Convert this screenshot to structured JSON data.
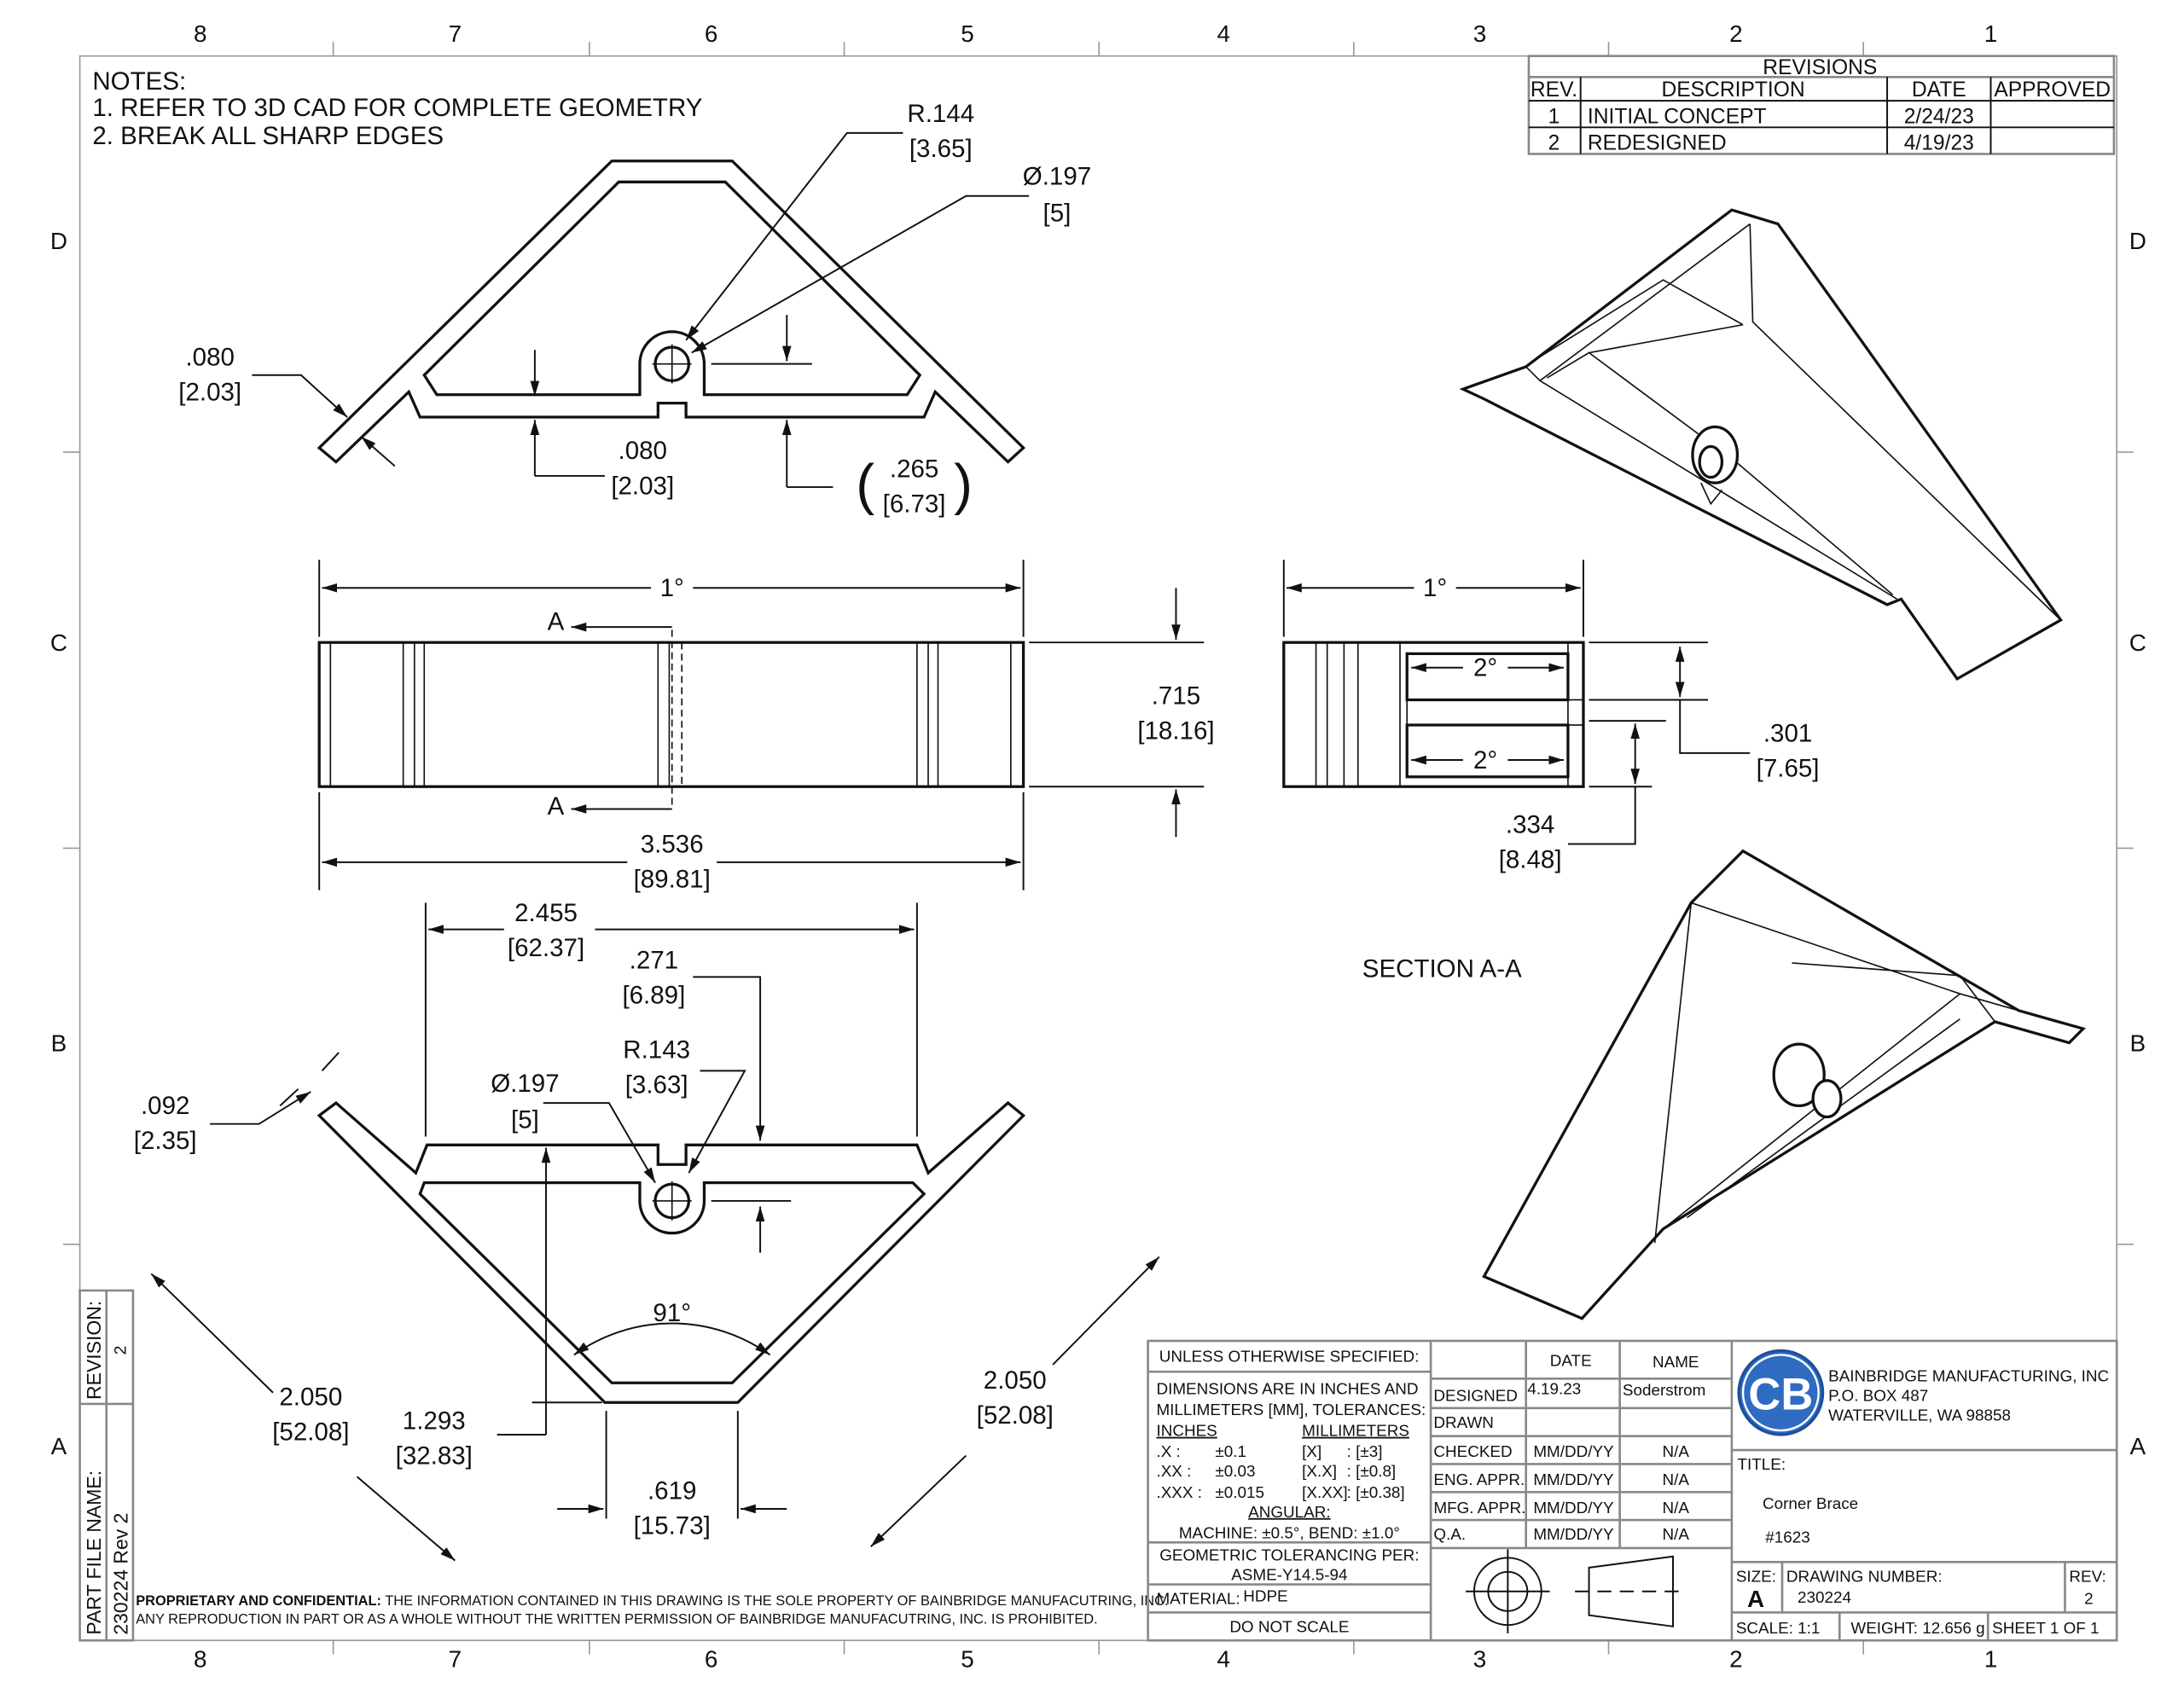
{
  "zones": {
    "columns": [
      "8",
      "7",
      "6",
      "5",
      "4",
      "3",
      "2",
      "1"
    ],
    "rows": [
      "D",
      "C",
      "B",
      "A"
    ]
  },
  "notes": {
    "title": "NOTES:",
    "items": [
      "1.  REFER TO 3D CAD FOR COMPLETE GEOMETRY",
      "2.  BREAK ALL SHARP EDGES"
    ]
  },
  "revisions": {
    "title": "REVISIONS",
    "headers": [
      "REV.",
      "DESCRIPTION",
      "DATE",
      "APPROVED"
    ],
    "rows": [
      {
        "rev": "1",
        "description": "INITIAL CONCEPT",
        "date": "2/24/23",
        "approved": ""
      },
      {
        "rev": "2",
        "description": "REDESIGNED",
        "date": "4/19/23",
        "approved": ""
      }
    ]
  },
  "top_view": {
    "radius": [
      "R.144",
      "[3.65]"
    ],
    "hole": [
      "Ø.197",
      "[5]"
    ],
    "flange": [
      ".080",
      "[2.03]"
    ],
    "wall": [
      ".080",
      "[2.03]"
    ],
    "ref": [
      ".265",
      "[6.73]"
    ]
  },
  "front_view": {
    "draft": "1°",
    "section_mark": "A",
    "height": [
      ".715",
      "[18.16]"
    ],
    "length": [
      "3.536",
      "[89.81]"
    ]
  },
  "section_view": {
    "draft": "1°",
    "slot_draft": "2°",
    "dim_a": [
      ".301",
      "[7.65]"
    ],
    "dim_b": [
      ".334",
      "[8.48]"
    ],
    "label": "SECTION A-A"
  },
  "bottom_view": {
    "width": [
      "2.455",
      "[62.37]"
    ],
    "offset": [
      ".271",
      "[6.89]"
    ],
    "radius": [
      "R.143",
      "[3.63]"
    ],
    "hole": [
      "Ø.197",
      "[5]"
    ],
    "flange": [
      ".092",
      "[2.35]"
    ],
    "angle": "91°",
    "leg_left": [
      "2.050",
      "[52.08]"
    ],
    "depth": [
      "1.293",
      "[32.83]"
    ],
    "bottom": [
      ".619",
      "[15.73]"
    ],
    "leg_right": [
      "2.050",
      "[52.08]"
    ]
  },
  "side_block": {
    "revision_label": "REVISION:",
    "revision_value": "2",
    "file_label": "PART FILE NAME:",
    "file_value": "230224 Rev 2"
  },
  "proprietary": {
    "bold": "PROPRIETARY AND CONFIDENTIAL:",
    "line1": " THE INFORMATION CONTAINED IN THIS DRAWING IS THE SOLE PROPERTY OF BAINBRIDGE MANUFACUTRING, INC.",
    "line2": "ANY REPRODUCTION IN PART OR AS A WHOLE WITHOUT THE WRITTEN PERMISSION OF BAINBRIDGE MANUFACUTRING, INC. IS PROHIBITED."
  },
  "title_block": {
    "unless": "UNLESS OTHERWISE SPECIFIED:",
    "dims1": "DIMENSIONS ARE IN INCHES AND",
    "dims2": "MILLIMETERS [MM], TOLERANCES:",
    "inches": "INCHES",
    "millimeters": "MILLIMETERS",
    "tol": [
      {
        "i": ".X :",
        "iv": "±0.1",
        "m": "[X]",
        "mv": ": [±3]"
      },
      {
        "i": ".XX :",
        "iv": "±0.03",
        "m": "[X.X]",
        "mv": ": [±0.8]"
      },
      {
        "i": ".XXX :",
        "iv": "±0.015",
        "m": "[X.XX]",
        "mv": ": [±0.38]"
      }
    ],
    "angular": "ANGULAR:",
    "angular_values": "MACHINE: ±0.5°, BEND: ±1.0°",
    "geo1": "GEOMETRIC TOLERANCING PER:",
    "geo2": "ASME-Y14.5-94",
    "material_label": "MATERIAL:",
    "material": "HDPE",
    "do_not_scale": "DO NOT SCALE",
    "date_header": "DATE",
    "name_header": "NAME",
    "approvals": [
      {
        "role": "DESIGNED",
        "date": "4.19.23",
        "name": "Soderstrom"
      },
      {
        "role": "DRAWN",
        "date": "",
        "name": ""
      },
      {
        "role": "CHECKED",
        "date": "MM/DD/YY",
        "name": "N/A"
      },
      {
        "role": "ENG. APPR.",
        "date": "MM/DD/YY",
        "name": "N/A"
      },
      {
        "role": "MFG. APPR.",
        "date": "MM/DD/YY",
        "name": "N/A"
      },
      {
        "role": "Q.A.",
        "date": "MM/DD/YY",
        "name": "N/A"
      }
    ],
    "company": [
      "BAINBRIDGE MANUFACTURING, INC",
      "P.O. BOX 487",
      "WATERVILLE, WA 98858"
    ],
    "logo_text": "CB",
    "logo_color": "#2f6bc1",
    "title_label": "TITLE:",
    "title": "Corner Brace",
    "part_no": "#1623",
    "size_label": "SIZE:",
    "size": "A",
    "drawing_number_label": "DRAWING NUMBER:",
    "drawing_number": "230224",
    "rev_label": "REV:",
    "rev": "2",
    "scale": "SCALE: 1:1",
    "weight": "WEIGHT: 12.656 g",
    "sheet": "SHEET 1 OF 1"
  }
}
